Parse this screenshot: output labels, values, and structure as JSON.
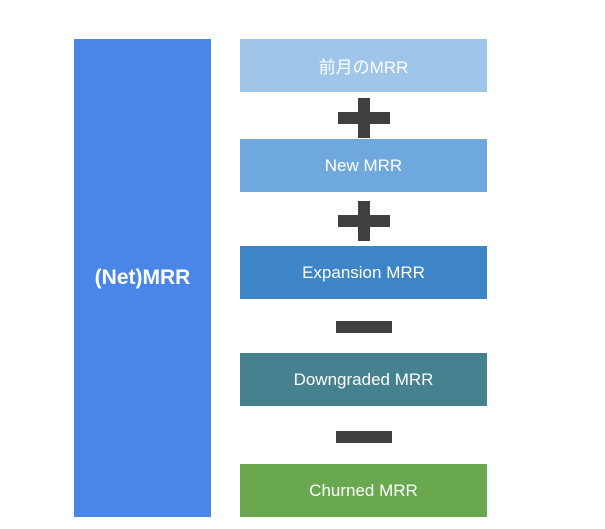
{
  "net_mrr": {
    "label": "(Net)MRR",
    "color": "#4a86e8"
  },
  "components": [
    {
      "label": "前月のMRR",
      "color": "#9fc5e8"
    },
    {
      "label": "New MRR",
      "color": "#6fa8dc"
    },
    {
      "label": "Expansion MRR",
      "color": "#3d85c6"
    },
    {
      "label": "Downgraded MRR",
      "color": "#45818e"
    },
    {
      "label": "Churned MRR",
      "color": "#6aa84f"
    }
  ],
  "operators": [
    {
      "symbol": "plus"
    },
    {
      "symbol": "plus"
    },
    {
      "symbol": "minus"
    },
    {
      "symbol": "minus"
    }
  ]
}
